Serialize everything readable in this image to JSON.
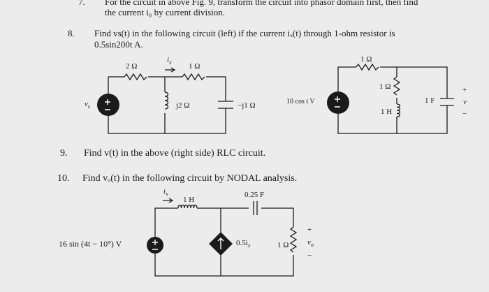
{
  "header": {
    "num7": "7.",
    "line1": "For the circuit in above Fig. 9, transform the circuit into phasor domain first, then find",
    "line2": "the current i₀ by current division."
  },
  "problem8": {
    "number": "8.",
    "line1": "Find vs(t) in the following circuit (left) if the current iₓ(t) through 1-ohm resistor is",
    "line2": "0.5sin200t A."
  },
  "problem9": {
    "number": "9.",
    "text": "Find v(t) in the above (right side) RLC circuit."
  },
  "problem10": {
    "number": "10.",
    "text": "Find vₒ(t) in the following circuit by NODAL analysis."
  },
  "circuit_left": {
    "r1": "2 Ω",
    "ix": "i",
    "ix_sub": "x",
    "r2": "1 Ω",
    "src": "v",
    "src_sub": "s",
    "ind": "j2 Ω",
    "cap": "−j1 Ω"
  },
  "circuit_right": {
    "src": "10 cos t V",
    "r_top": "1 Ω",
    "r_mid": "1 Ω",
    "cap": "1 F",
    "ind": "1 H",
    "plus": "+",
    "minus": "−",
    "v": "v"
  },
  "circuit_bottom": {
    "ix": "i",
    "ix_sub": "x",
    "ind": "1 H",
    "cap": "0.25 F",
    "src": "16 sin (4t − 10°) V",
    "dep": "0.5i",
    "dep_sub": "x",
    "res": "1 Ω",
    "plus": "+",
    "minus": "−",
    "vo": "v",
    "vo_sub": "o"
  }
}
